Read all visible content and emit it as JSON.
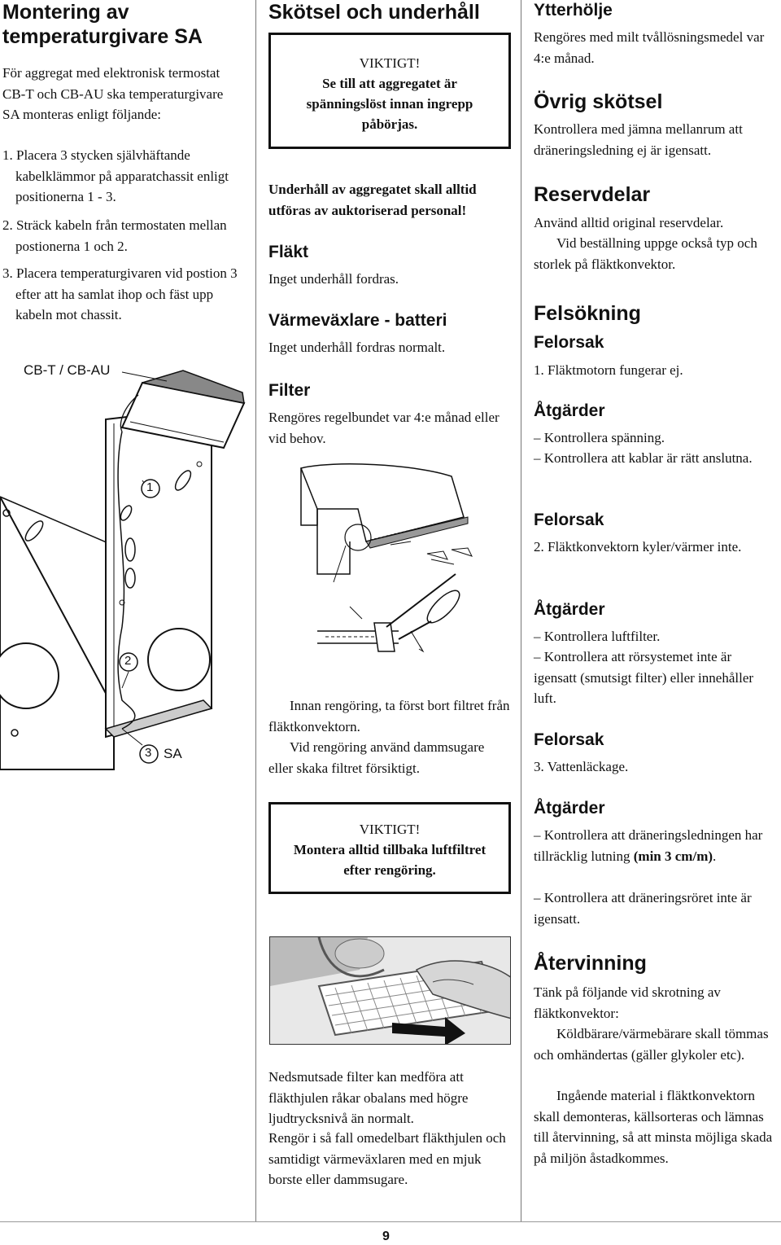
{
  "col1": {
    "title": "Montering av temperaturgivare SA",
    "intro": "För aggregat med elektronisk termostat CB-T och CB-AU ska temperaturgivare SA monteras enligt följande:",
    "steps": [
      "1. Placera 3 stycken självhäftande kabelklämmor på apparatchassit enligt positionerna 1 - 3.",
      "2. Sträck kabeln från termostaten mellan postionerna 1 och 2.",
      "3. Placera temperaturgivaren vid postion 3 efter att ha samlat ihop och fäst upp kabeln mot chassit."
    ],
    "figure": {
      "label_top": "CB-T / CB-AU",
      "pos1": "1",
      "pos2": "2",
      "pos3": "3",
      "sa": "SA"
    }
  },
  "col2": {
    "title": "Skötsel och underhåll",
    "warning1": {
      "head": "VIKTIGT!",
      "text": "Se till att aggregatet är spänningslöst innan ingrepp påbörjas."
    },
    "maint_note": "Underhåll av aggregatet skall alltid utföras av auktoriserad personal!",
    "flakt_title": "Fläkt",
    "flakt_text": "Inget underhåll fordras.",
    "vvx_title": "Värmeväxlare - batteri",
    "vvx_text": "Inget underhåll fordras normalt.",
    "filter_title": "Filter",
    "filter_text": "Rengöres regelbundet var 4:e månad eller vid behov.",
    "clean_text1": "Innan rengöring, ta först bort filtret från fläktkonvektorn.",
    "clean_text2": "Vid rengöring använd dammsugare eller skaka filtret försiktigt.",
    "warning2": {
      "head": "VIKTIGT!",
      "text": "Montera alltid tillbaka luftfiltret efter rengöring."
    },
    "dirty_text1": "Nedsmutsade filter kan medföra att fläkthjulen råkar obalans med högre ljudtrycksnivå än normalt.",
    "dirty_text2": "Rengör i så fall omedelbart fläkthjulen och samtidigt värmeväxlaren med en mjuk borste eller dammsugare."
  },
  "col3": {
    "ytter_title": "Ytterhölje",
    "ytter_text": "Rengöres med milt tvållösningsmedel var 4:e månad.",
    "ovrig_title": "Övrig skötsel",
    "ovrig_text": "Kontrollera med jämna mellanrum att dräneringsledning ej är igensatt.",
    "reserv_title": "Reservdelar",
    "reserv_text1": "Använd alltid original reservdelar.",
    "reserv_text2": "Vid beställning uppge också typ och storlek på fläktkonvektor.",
    "fels_title": "Felsökning",
    "felorsak_label": "Felorsak",
    "atgarder_label": "Åtgärder",
    "f1": "1. Fläktmotorn fungerar ej.",
    "a1": [
      "– Kontrollera spänning.",
      "– Kontrollera att kablar är rätt anslutna."
    ],
    "f2": "2. Fläktkonvektorn kyler/värmer inte.",
    "a2": [
      "– Kontrollera luftfilter.",
      "– Kontrollera att rörsystemet inte är igensatt (smutsigt filter) eller innehåller luft."
    ],
    "f3": "3. Vattenläckage.",
    "a3_line1": "– Kontrollera att dräneringsledningen har tillräcklig lutning",
    "a3_bold": "(min 3 cm/m)",
    "a3_line1_end": ".",
    "a3_line2": "– Kontrollera att dräneringsröret inte är igensatt.",
    "atervinning_title": "Återvinning",
    "aterv_text1": "Tänk på följande vid skrotning av fläktkonvektor:",
    "aterv_text2": "Köldbärare/värmebärare skall tömmas och omhändertas (gäller glykoler etc).",
    "aterv_text3": "Ingående material i fläktkonvektorn skall demonteras, källsorteras och lämnas till återvinning, så att minsta möjliga skada på miljön åstadkommes."
  },
  "page_number": "9"
}
